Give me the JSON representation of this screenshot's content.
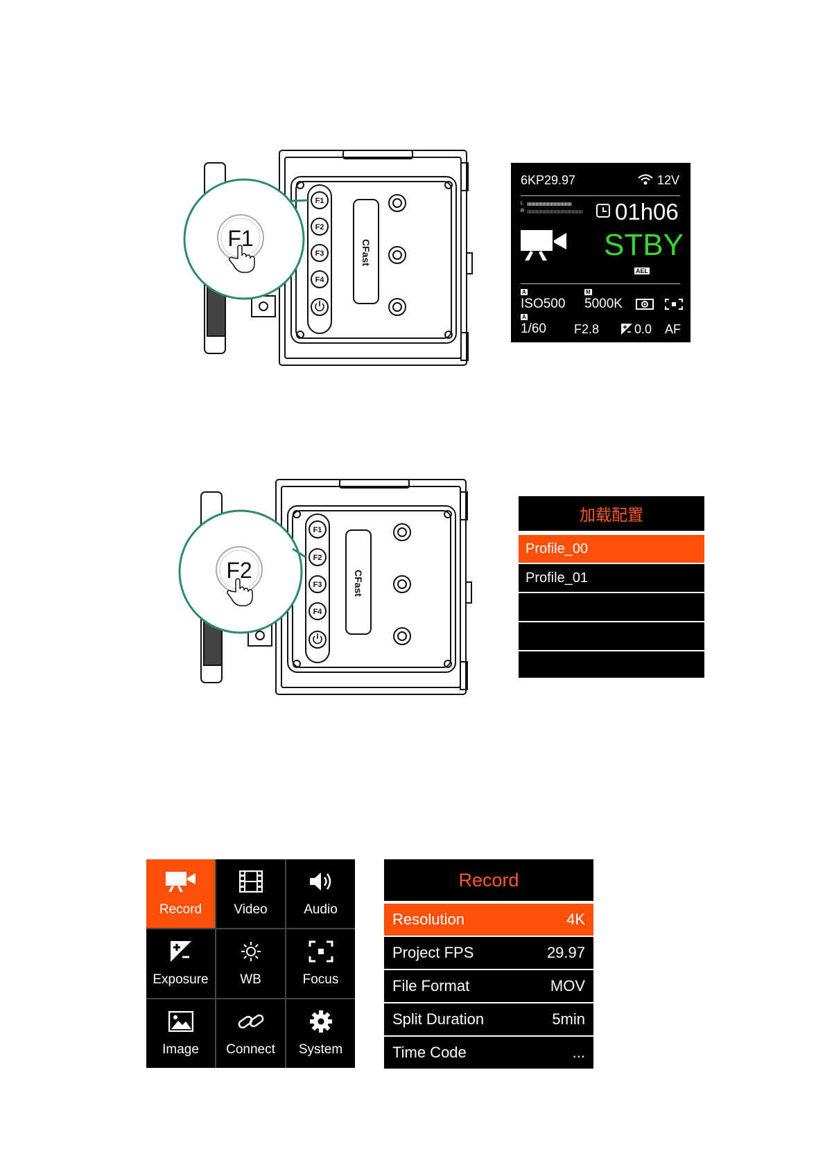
{
  "figure1": {
    "callout_button": "F1",
    "side_buttons": [
      "F1",
      "F2",
      "F3",
      "F4"
    ],
    "card_slot_label": "CFast"
  },
  "status_screen": {
    "resolution_fps": "6KP29.97",
    "voltage": "12V",
    "audio_left": "L",
    "audio_right": "R",
    "timecode": "01h06",
    "record_state": "STBY",
    "record_state_color": "#39d631",
    "ael_badge": "AEL",
    "iso_mode": "A",
    "iso": "ISO500",
    "wb_mode": "M",
    "wb": "5000K",
    "shutter_mode": "A",
    "shutter": "1/60",
    "aperture": "F2.8",
    "exposure_comp": "0.0",
    "focus_mode": "AF",
    "icons": [
      "wifi-icon",
      "clock-icon",
      "video-camera-icon",
      "metering-icon",
      "focus-area-icon",
      "exposure-comp-icon"
    ]
  },
  "figure2": {
    "callout_button": "F2",
    "side_buttons": [
      "F1",
      "F2",
      "F3",
      "F4"
    ],
    "card_slot_label": "CFast"
  },
  "profile_menu": {
    "title": "加载配置",
    "items": [
      "Profile_00",
      "Profile_01",
      "",
      "",
      ""
    ],
    "selected_index": 0,
    "accent_color": "#ff5009"
  },
  "main_menu": {
    "items": [
      {
        "label": "Record",
        "icon": "video-camera-icon",
        "selected": true
      },
      {
        "label": "Video",
        "icon": "film-icon",
        "selected": false
      },
      {
        "label": "Audio",
        "icon": "speaker-icon",
        "selected": false
      },
      {
        "label": "Exposure",
        "icon": "exposure-icon",
        "selected": false
      },
      {
        "label": "WB",
        "icon": "sun-icon",
        "selected": false
      },
      {
        "label": "Focus",
        "icon": "focus-icon",
        "selected": false
      },
      {
        "label": "Image",
        "icon": "image-icon",
        "selected": false
      },
      {
        "label": "Connect",
        "icon": "link-icon",
        "selected": false
      },
      {
        "label": "System",
        "icon": "gear-icon",
        "selected": false
      }
    ]
  },
  "record_menu": {
    "title": "Record",
    "rows": [
      {
        "label": "Resolution",
        "value": "4K",
        "selected": true
      },
      {
        "label": "Project FPS",
        "value": "29.97",
        "selected": false
      },
      {
        "label": "File Format",
        "value": "MOV",
        "selected": false
      },
      {
        "label": "Split Duration",
        "value": "5min",
        "selected": false
      },
      {
        "label": "Time Code",
        "value": "...",
        "selected": false
      }
    ]
  }
}
